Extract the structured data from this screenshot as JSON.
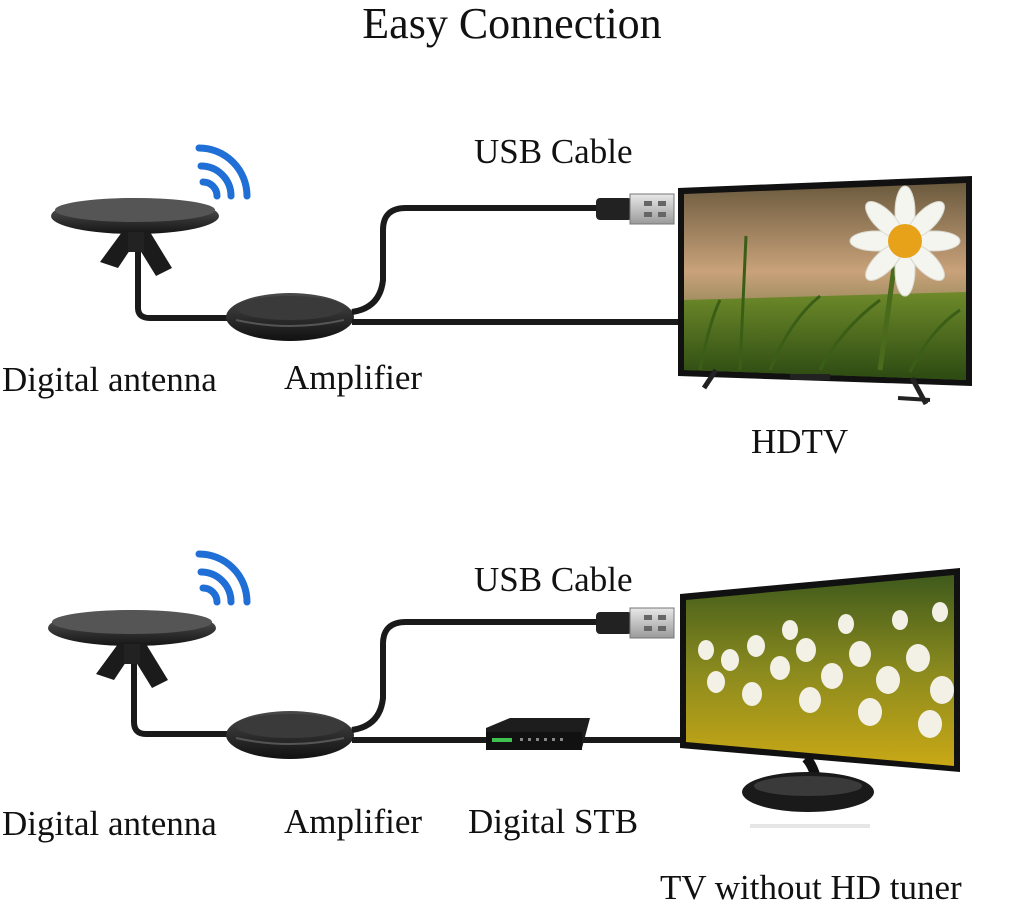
{
  "title": "Easy Connection",
  "top_row": {
    "usb_label": "USB Cable",
    "antenna_label": "Digital antenna",
    "amplifier_label": "Amplifier",
    "tv_label": "HDTV"
  },
  "bottom_row": {
    "usb_label": "USB Cable",
    "antenna_label": "Digital antenna",
    "amplifier_label": "Amplifier",
    "stb_label": "Digital STB",
    "tv_label": "TV without HD tuner"
  },
  "colors": {
    "signal": "#1f6fd6",
    "device": "#2a2a2a",
    "cable": "#1a1a1a"
  }
}
